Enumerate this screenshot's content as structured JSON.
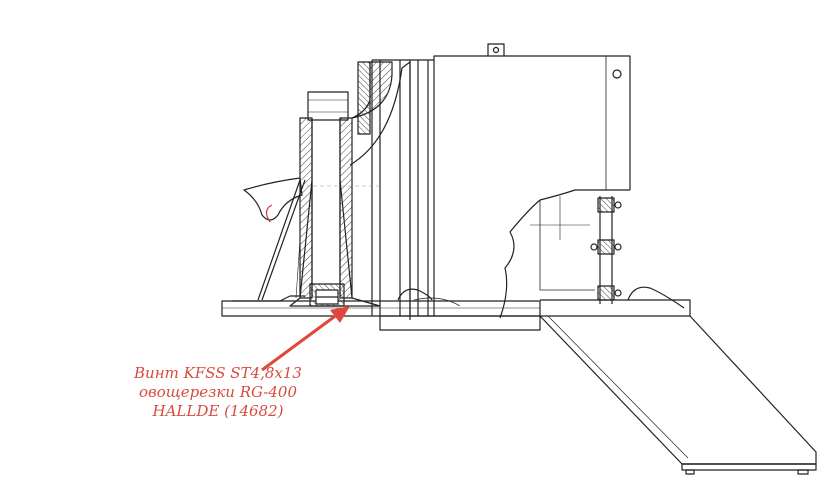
{
  "callout": {
    "lines": [
      "Винт KFSS ST4,8x13",
      "овощерезки RG-400",
      "HALLDE (14682)"
    ],
    "color": "#d84a3c"
  },
  "colors": {
    "line": "#222222",
    "background": "#ffffff",
    "hatch": "#444444"
  }
}
